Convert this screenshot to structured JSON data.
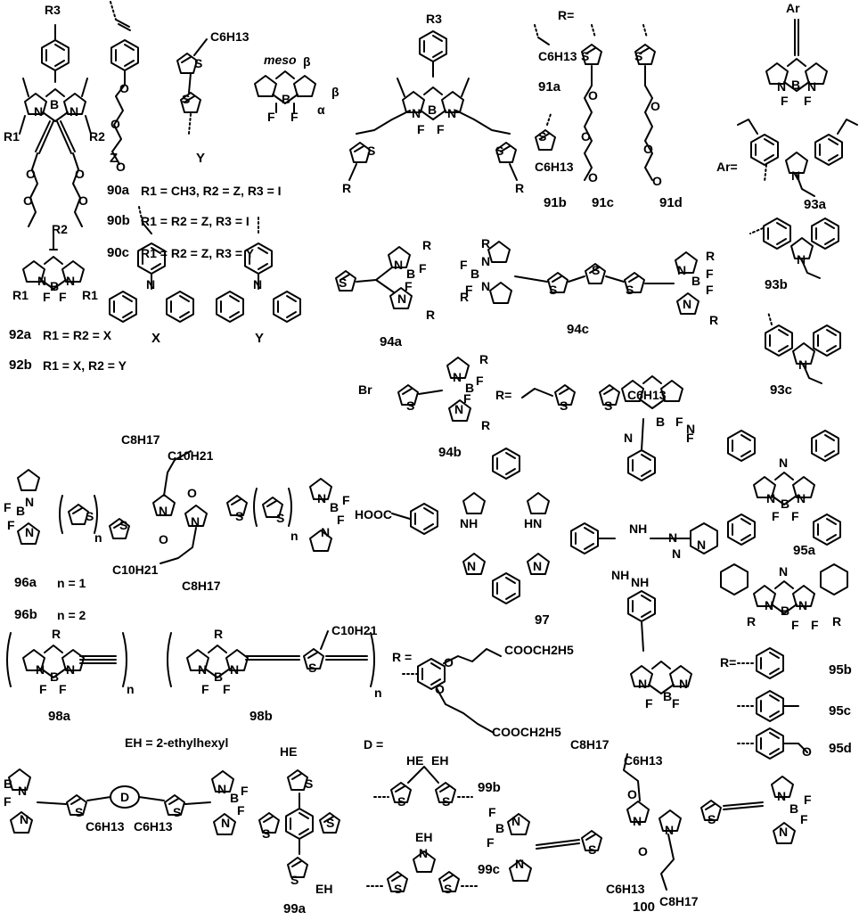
{
  "labels": {
    "c90a": "90a",
    "c90b": "90b",
    "c90c": "90c",
    "c91a": "91a",
    "c91b": "91b",
    "c91c": "91c",
    "c91d": "91d",
    "c92a": "92a",
    "c92b": "92b",
    "c93a": "93a",
    "c93b": "93b",
    "c93c": "93c",
    "c94a": "94a",
    "c94b": "94b",
    "c94c": "94c",
    "c95a": "95a",
    "c95b": "95b",
    "c95c": "95c",
    "c95d": "95d",
    "c96a": "96a",
    "c96b": "96b",
    "c97": "97",
    "c98a": "98a",
    "c98b": "98b",
    "c99a": "99a",
    "c99b": "99b",
    "c99c": "99c",
    "c100": "100"
  },
  "definitions": {
    "d90a": "R1 = CH3, R2 = Z, R3 = I",
    "d90b": "R1 = R2 = Z, R3 = I",
    "d90c": "R1 = R2 = Z, R3 = Y",
    "d92a": "R1 = R2 = X",
    "d92b": "R1 = X, R2 = Y",
    "d96a": "n = 1",
    "d96b": "n = 2",
    "eh": "EH = 2-ethylhexyl",
    "d_eq": "D =",
    "r_eq": "R=",
    "r_eq2": "R =",
    "ar_eq": "Ar="
  },
  "atoms": {
    "B": "B",
    "N": "N",
    "F": "F",
    "S": "S",
    "O": "O",
    "NH": "NH",
    "HN": "HN",
    "Ar": "Ar",
    "R": "R",
    "R1": "R1",
    "R2": "R2",
    "R3": "R3",
    "Z": "Z",
    "Y": "Y",
    "X": "X",
    "D": "D",
    "n": "n",
    "I": "I",
    "Br": "Br",
    "HE": "HE",
    "EH": "EH",
    "C6H13": "C6H13",
    "C8H17": "C8H17",
    "C10H21": "C10H21",
    "HOOC": "HOOC",
    "COOCH2H5": "COOCH2H5",
    "meso": "meso",
    "alpha": "α",
    "beta": "β"
  },
  "colors": {
    "ink": "#000000",
    "paper": "#ffffff"
  }
}
